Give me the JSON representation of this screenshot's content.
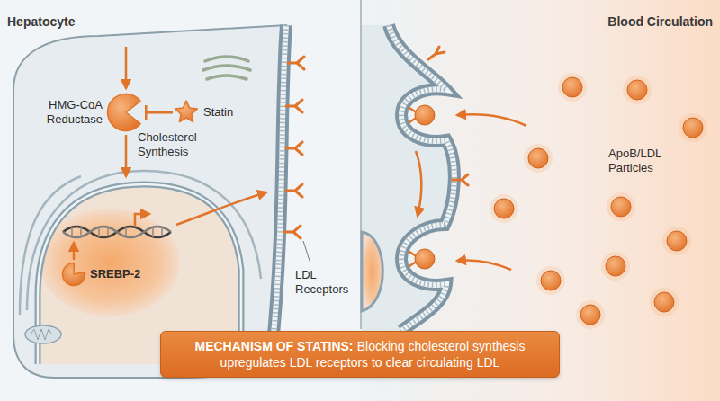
{
  "diagram": {
    "nodes": [
      {
        "text": [
          "HMG-CoA Reductase"
        ]
      },
      {
        "text": [
          "Statin"
        ]
      },
      {
        "text": [
          "SREBP-2"
        ]
      },
      {
        "text": [
          "MECHANISM OF STATINS:",
          "Blocking cholesterol synthesis upregulates LDL receptors to clear circulating LDL"
        ]
      }
    ],
    "edges": [
      {
        "from": 1,
        "to": 0,
        "arrow": "to"
      }
    ],
    "labels": [
      "Hepatocyte",
      "Blood Circulation",
      "Cholesterol Synthesis",
      "LDL Receptors",
      "ApoB/LDL Particles"
    ]
  }
}
